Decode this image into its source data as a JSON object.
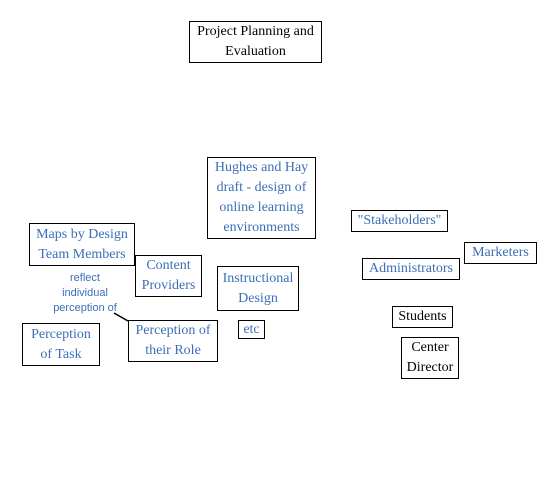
{
  "nodes": {
    "root": "Project Planning and\nEvaluation",
    "hughes": "Hughes and Hay\ndraft - design of\nonline learning\nenvironments",
    "stakeholders": "\"Stakeholders\"",
    "marketers": "Marketers",
    "administrators": "Administrators",
    "maps": "Maps by Design\nTeam Members",
    "content": "Content\nProviders",
    "instructional": "Instructional\nDesign",
    "etc": "etc",
    "perception_task": "Perception\nof Task",
    "perception_role": "Perception of\ntheir Role",
    "students": "Students",
    "center_director": "Center\nDirector"
  },
  "annotation": "reflect\nindividual\nperception of",
  "colors": {
    "blue_text": "#3b6fb6",
    "black_text": "#000000"
  }
}
